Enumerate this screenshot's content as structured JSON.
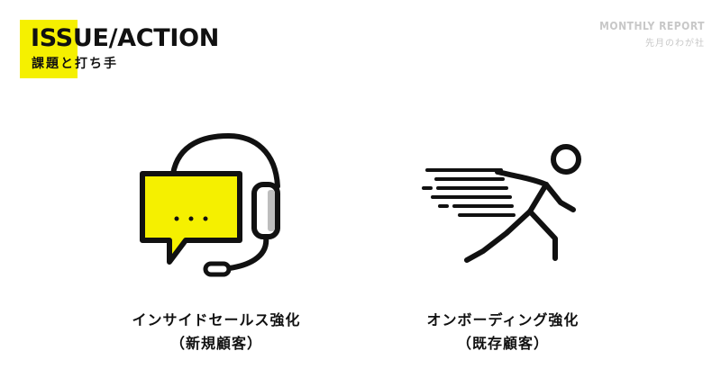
{
  "header": {
    "title": "ISSUE/ACTION",
    "subtitle": "課題と打ち手",
    "report_label": "MONTHLY REPORT",
    "report_sub": "先月のわが社"
  },
  "items": [
    {
      "title": "インサイドセールス強化",
      "sub": "（新規顧客）",
      "icon": "headset-chat-icon"
    },
    {
      "title": "オンボーディング強化",
      "sub": "（既存顧客）",
      "icon": "running-person-icon"
    }
  ],
  "colors": {
    "accent": "#f5f000",
    "text": "#111111",
    "muted": "#c8c8c8"
  }
}
